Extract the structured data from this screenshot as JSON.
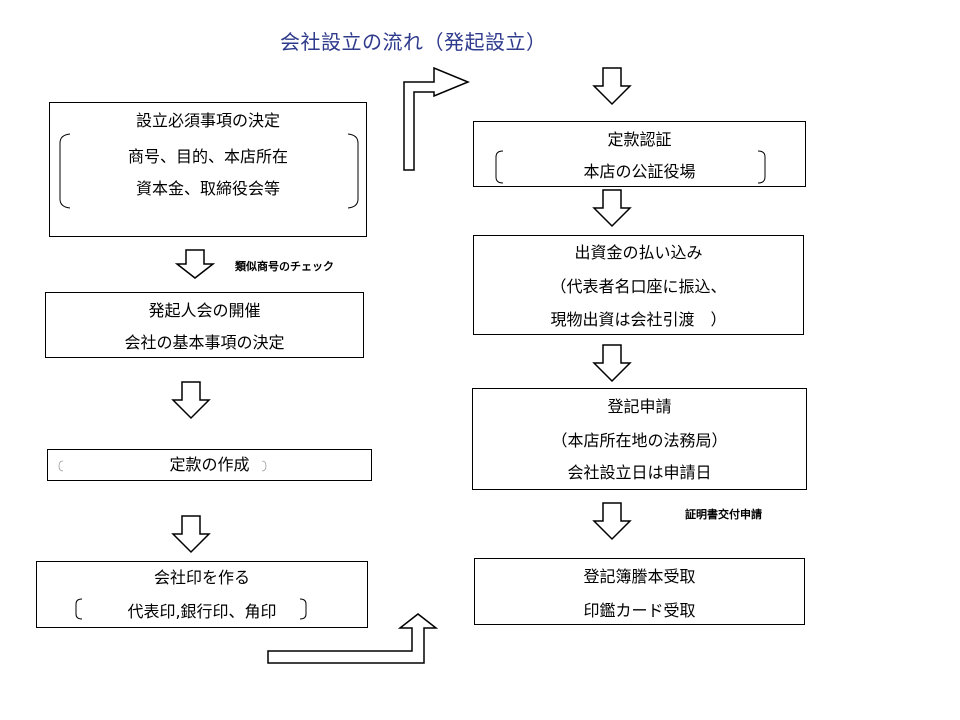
{
  "title": "会社設立の流れ（発起設立）",
  "left": {
    "step1": {
      "heading": "設立必須事項の決定",
      "line2": "商号、目的、本店所在",
      "line3": "資本金、取締役会等"
    },
    "note1": "類似商号のチェック",
    "step2": {
      "heading": "発起人会の開催",
      "line2": "会社の基本事項の決定"
    },
    "step3": {
      "heading": "定款の作成"
    },
    "step4": {
      "heading": "会社印を作る",
      "line2": "代表印,銀行印、角印"
    }
  },
  "right": {
    "step5": {
      "heading": "定款認証",
      "line2": "本店の公証役場"
    },
    "step6": {
      "heading": "出資金の払い込み",
      "line2": "（代表者名口座に振込、",
      "line3": "現物出資は会社引渡　）"
    },
    "step7": {
      "heading": "登記申請",
      "line2": "（本店所在地の法務局）",
      "line3": "会社設立日は申請日"
    },
    "note2": "証明書交付申請",
    "step8": {
      "heading": "登記簿謄本受取",
      "line2": "印鑑カード受取"
    }
  }
}
